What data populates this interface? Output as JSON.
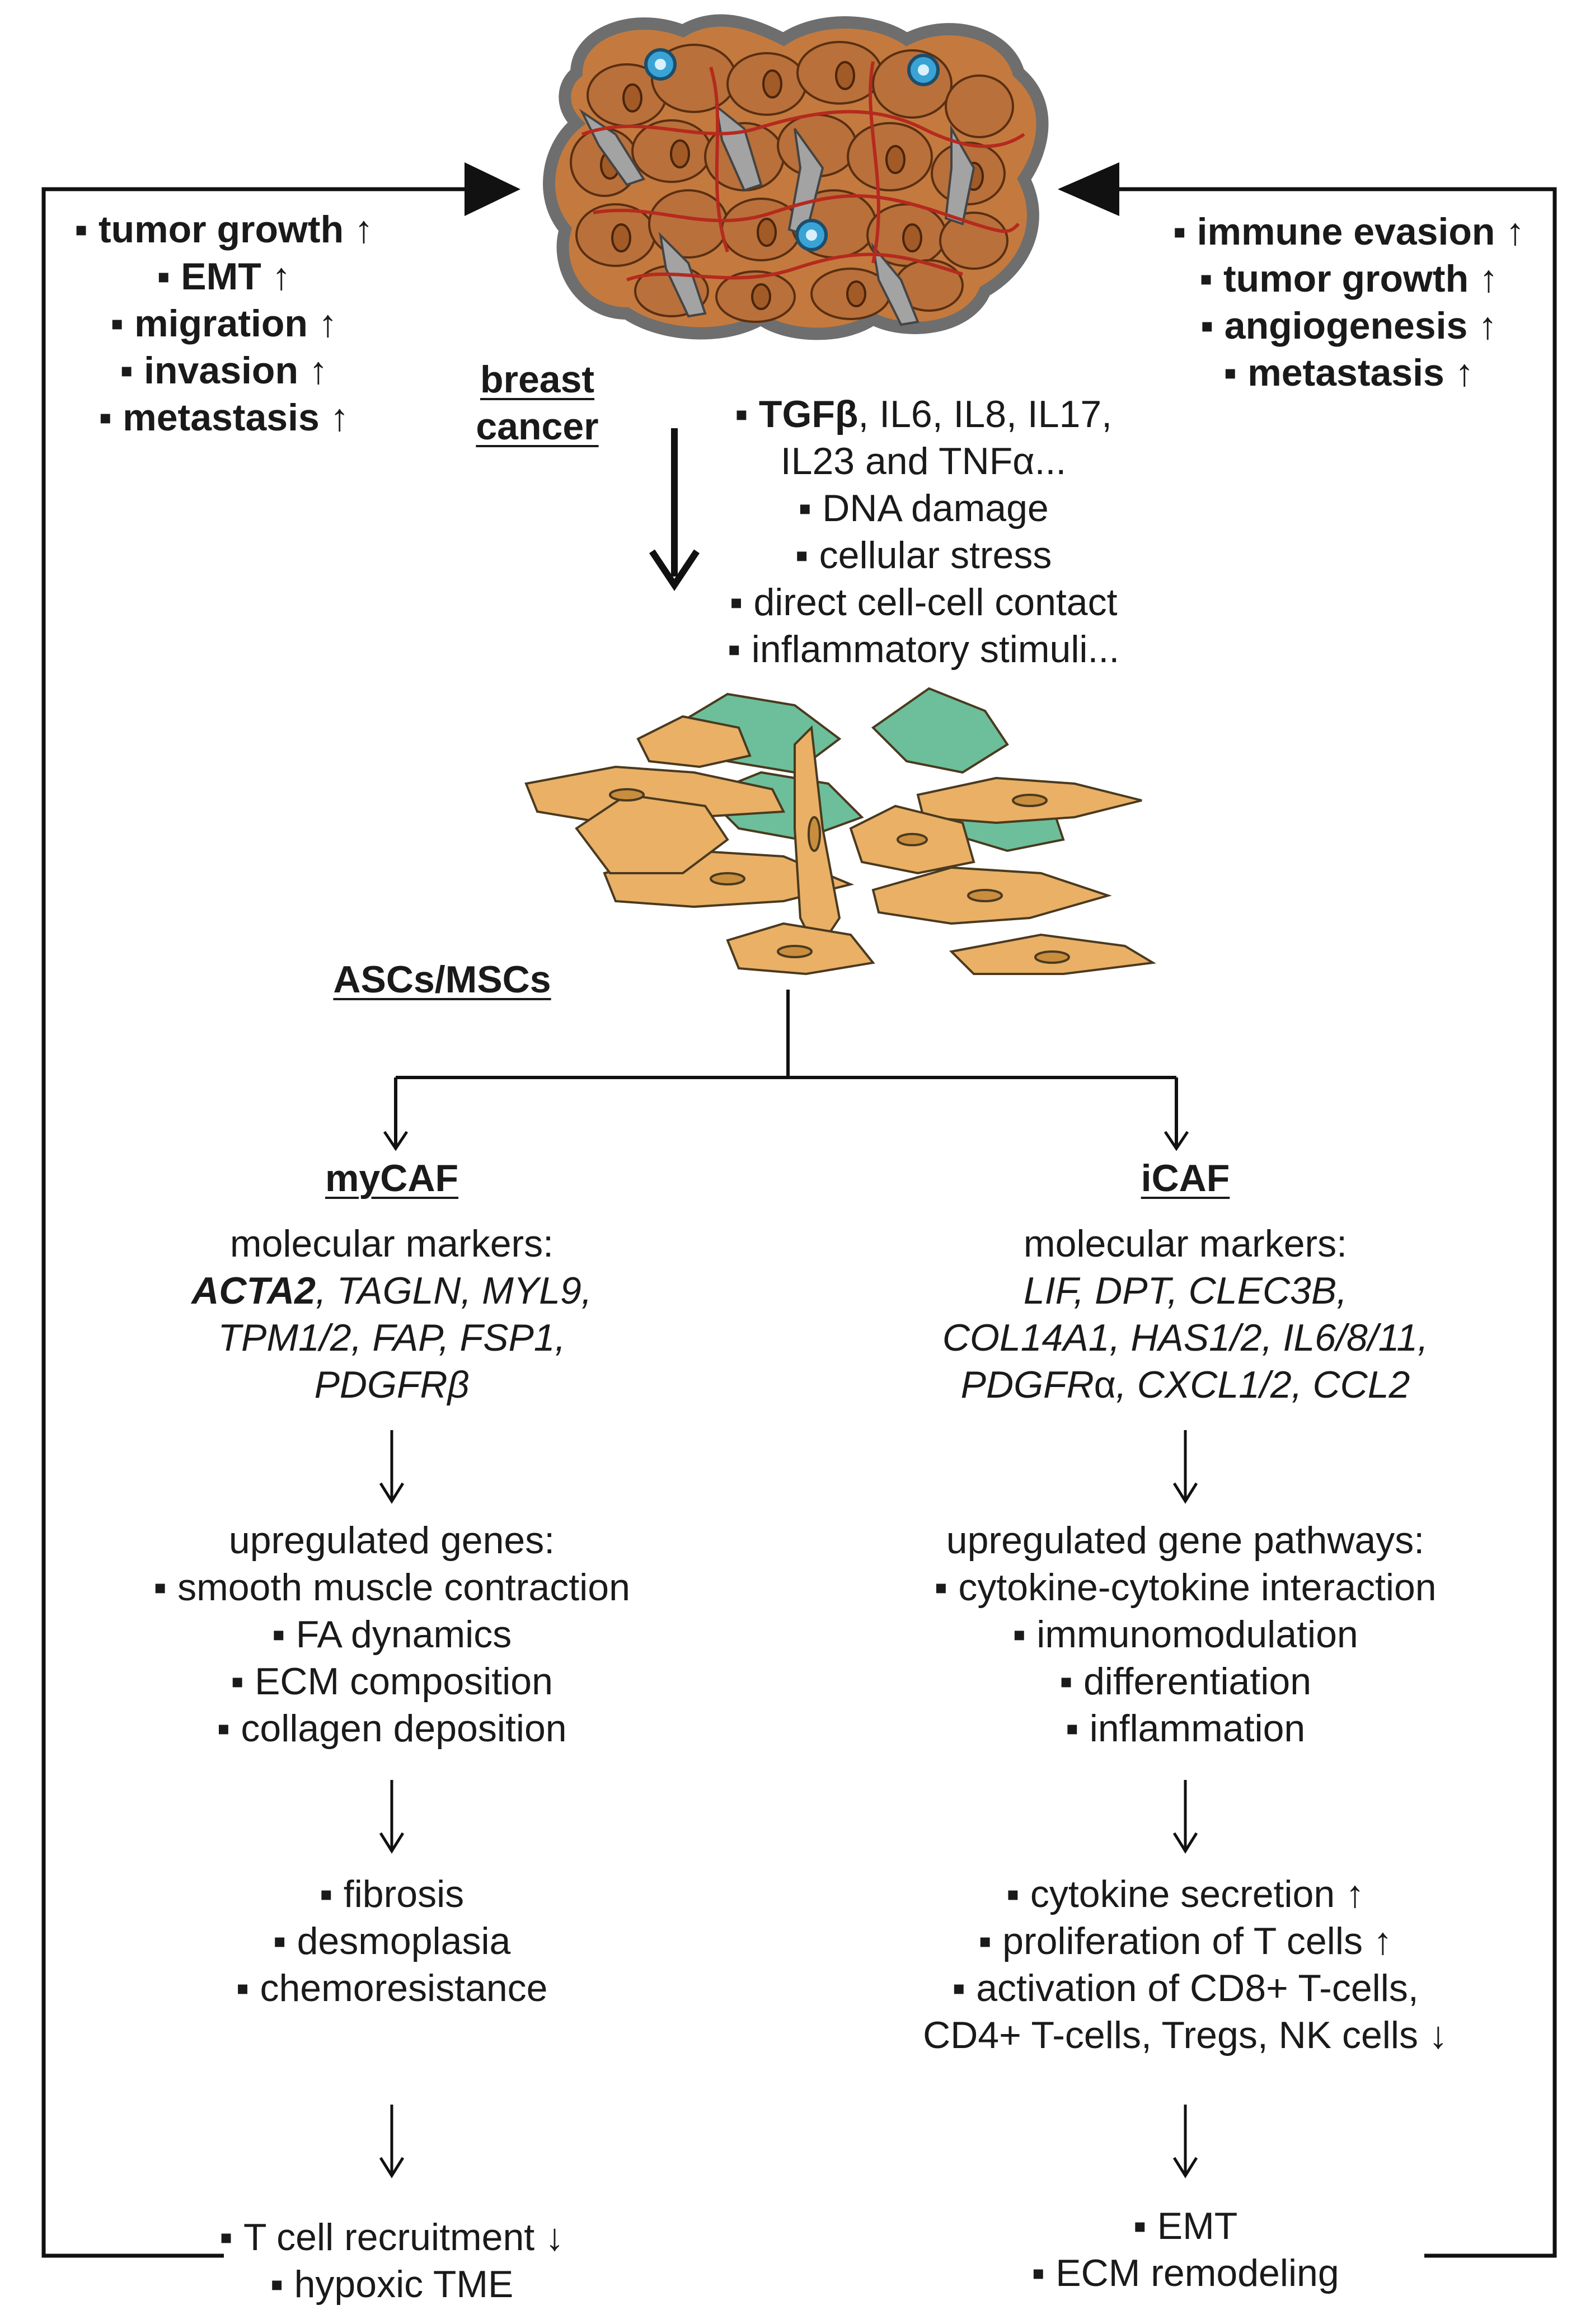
{
  "left_feedback": [
    "tumor growth ↑",
    "EMT ↑",
    "migration ↑",
    "invasion ↑",
    "metastasis ↑"
  ],
  "right_feedback": [
    "immune evasion ↑",
    "tumor growth ↑",
    "angiogenesis ↑",
    "metastasis ↑"
  ],
  "tumor_label": [
    "breast",
    "cancer"
  ],
  "stimuli": {
    "first_bold": "TGFβ",
    "first_rest": ", IL6, IL8, IL17,",
    "line2": "IL23 and TNFα...",
    "items": [
      "DNA damage",
      "cellular stress",
      "direct cell-cell contact",
      "inflammatory stimuli..."
    ]
  },
  "stromal_label": "ASCs/MSCs",
  "mycaf": {
    "title": "myCAF",
    "markers_label": "molecular markers:",
    "markers": {
      "bold": "ACTA2",
      "line1_rest": ", TAGLN, MYL9,",
      "line2": "TPM1/2, FAP, FSP1,",
      "line3": "PDGFRβ"
    },
    "genes_label": "upregulated genes:",
    "genes": [
      "smooth muscle contraction",
      "FA dynamics",
      "ECM composition",
      "collagen deposition"
    ],
    "effects": [
      "fibrosis",
      "desmoplasia",
      "chemoresistance"
    ],
    "outcomes": [
      "T cell recruitment ↓",
      "hypoxic TME"
    ]
  },
  "icaf": {
    "title": "iCAF",
    "markers_label": "molecular markers:",
    "markers": {
      "line1": "LIF, DPT, CLEC3B,",
      "line2": "COL14A1, HAS1/2, IL6/8/11,",
      "line3_italic": "PDGFR",
      "line3_alpha": "α",
      "line3_rest": ", CXCL1/2, CCL2"
    },
    "pathways_label": "upregulated gene pathways:",
    "pathways": [
      "cytokine-cytokine interaction",
      "immunomodulation",
      "differentiation",
      "inflammation"
    ],
    "effects": [
      "cytokine secretion ↑",
      "proliferation of T cells ↑",
      "activation of CD8+ T-cells,"
    ],
    "effects_cont": "CD4+ T-cells, Tregs, NK cells ↓",
    "outcomes": [
      "EMT",
      "ECM remodeling"
    ]
  },
  "colors": {
    "tumor_cell": "#c47a3e",
    "tumor_cell_dark": "#8a4a1e",
    "vessel": "#b52a1e",
    "nucleus_blue": "#3aa3d6",
    "fibroblast_orange": "#e9b066",
    "fibroblast_green": "#6cbf9a",
    "line": "#111111"
  }
}
